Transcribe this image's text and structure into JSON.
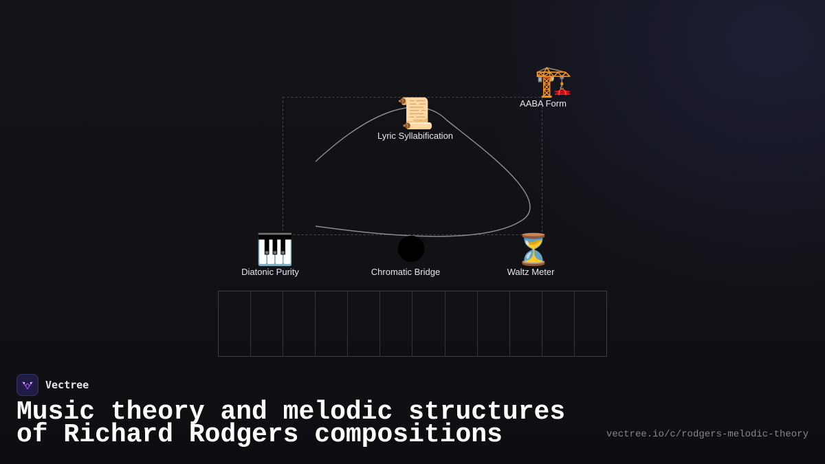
{
  "diagram": {
    "nodes": [
      {
        "id": "aaba_form",
        "icon": "construction-crane-icon",
        "glyph": "🏗️",
        "label": "AABA Form"
      },
      {
        "id": "lyric_syllabification",
        "icon": "scroll-icon",
        "glyph": "📜",
        "label": "Lyric Syllabification"
      },
      {
        "id": "diatonic_purity",
        "icon": "piano-keys-icon",
        "glyph": "🎹",
        "label": "Diatonic Purity"
      },
      {
        "id": "chromatic_bridge",
        "icon": "new-moon-icon",
        "glyph": "🌑",
        "label": "Chromatic Bridge"
      },
      {
        "id": "waltz_meter",
        "icon": "hourglass-icon",
        "glyph": "⏳",
        "label": "Waltz Meter"
      }
    ],
    "keyboard_key_count": 12,
    "colors": {
      "background": "#111116",
      "connector": "#8a8a90",
      "dashed_frame": "#4a4a52",
      "keyboard_lines": "#3b3b42"
    }
  },
  "brand": {
    "name": "Vectree",
    "logo_icon": "vectree-logo-icon",
    "accent": "#8b3fd9"
  },
  "title": "Music theory and melodic structures of Richard Rodgers compositions",
  "url": "vectree.io/c/rodgers-melodic-theory"
}
